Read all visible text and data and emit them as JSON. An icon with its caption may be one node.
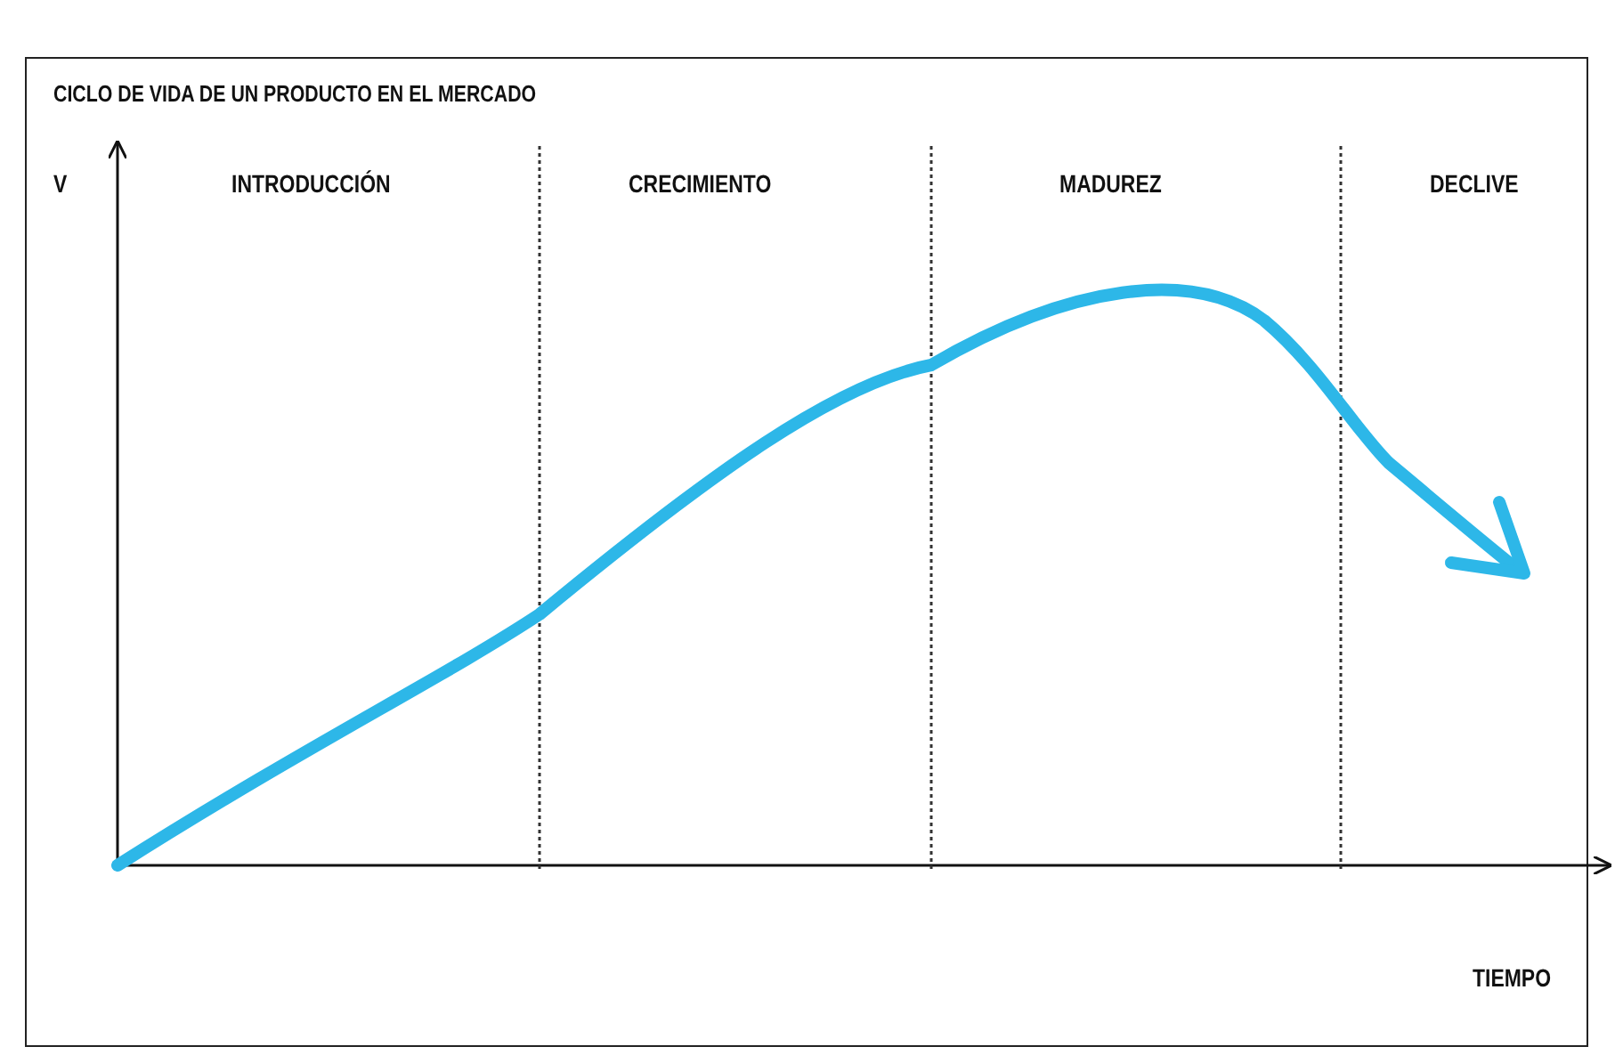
{
  "diagram": {
    "title": "CICLO DE VIDA DE UN PRODUCTO EN EL MERCADO",
    "labels": [
      "V",
      "INTRODUCCIÓN",
      "CRECIMIENTO",
      "MADUREZ",
      "DECLIVE",
      "TIEMPO"
    ]
  }
}
